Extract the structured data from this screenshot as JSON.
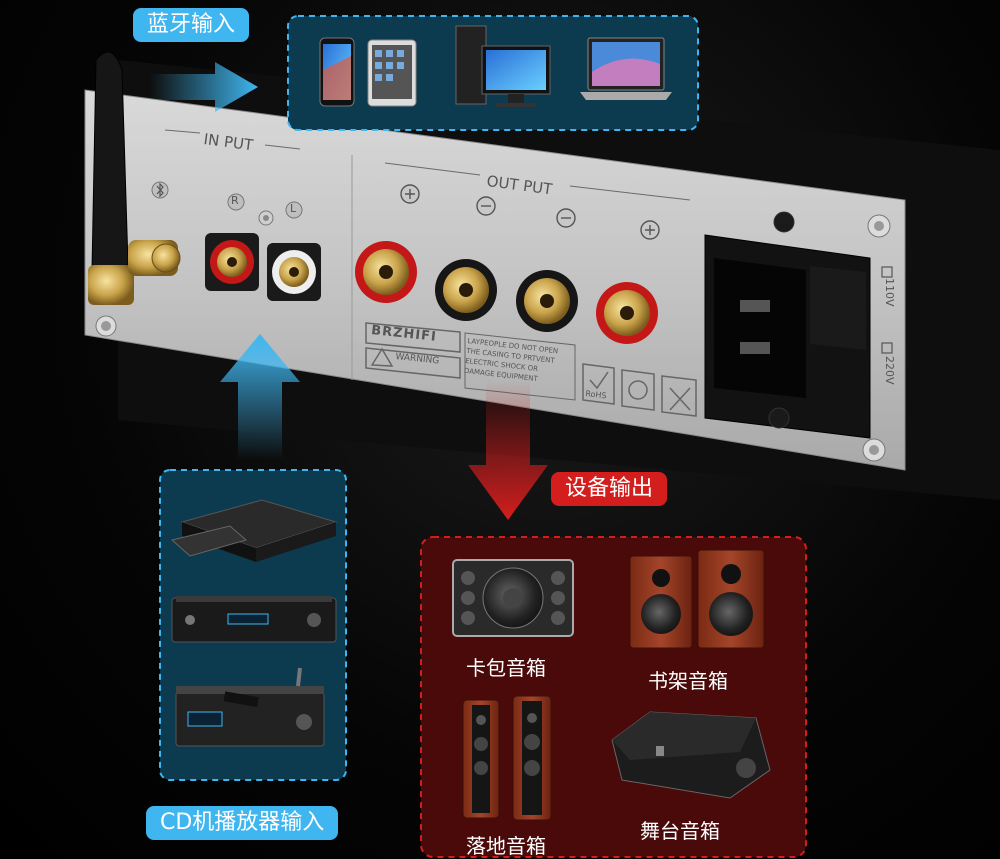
{
  "labels": {
    "bluetooth_input": "蓝牙输入",
    "cd_player_input": "CD机播放器输入",
    "device_output": "设备输出"
  },
  "speakers": {
    "karaoke": "卡包音箱",
    "bookshelf": "书架音箱",
    "floorstanding": "落地音箱",
    "stage": "舞台音箱"
  },
  "panel": {
    "input_title": "IN PUT",
    "output_title": "OUT PUT",
    "brand": "BRZHIFI",
    "warning": "WARNING",
    "caution_lines": [
      "LAYPEOPLE DO NOT OPEN",
      "THE CASING TO PRTVENT",
      "ELECTRIC SHOCK OR",
      "DAMAGE EQUIPMENT"
    ],
    "rohs": "RoHS",
    "ch_r": "R",
    "ch_l": "L",
    "voltage_110": "110V",
    "voltage_220": "220V"
  },
  "colors": {
    "blue_accent": "#3fb6ef",
    "red_accent": "#d41e1e",
    "blue_panel": "#0c3a4f",
    "red_panel": "#4a0a0a"
  }
}
